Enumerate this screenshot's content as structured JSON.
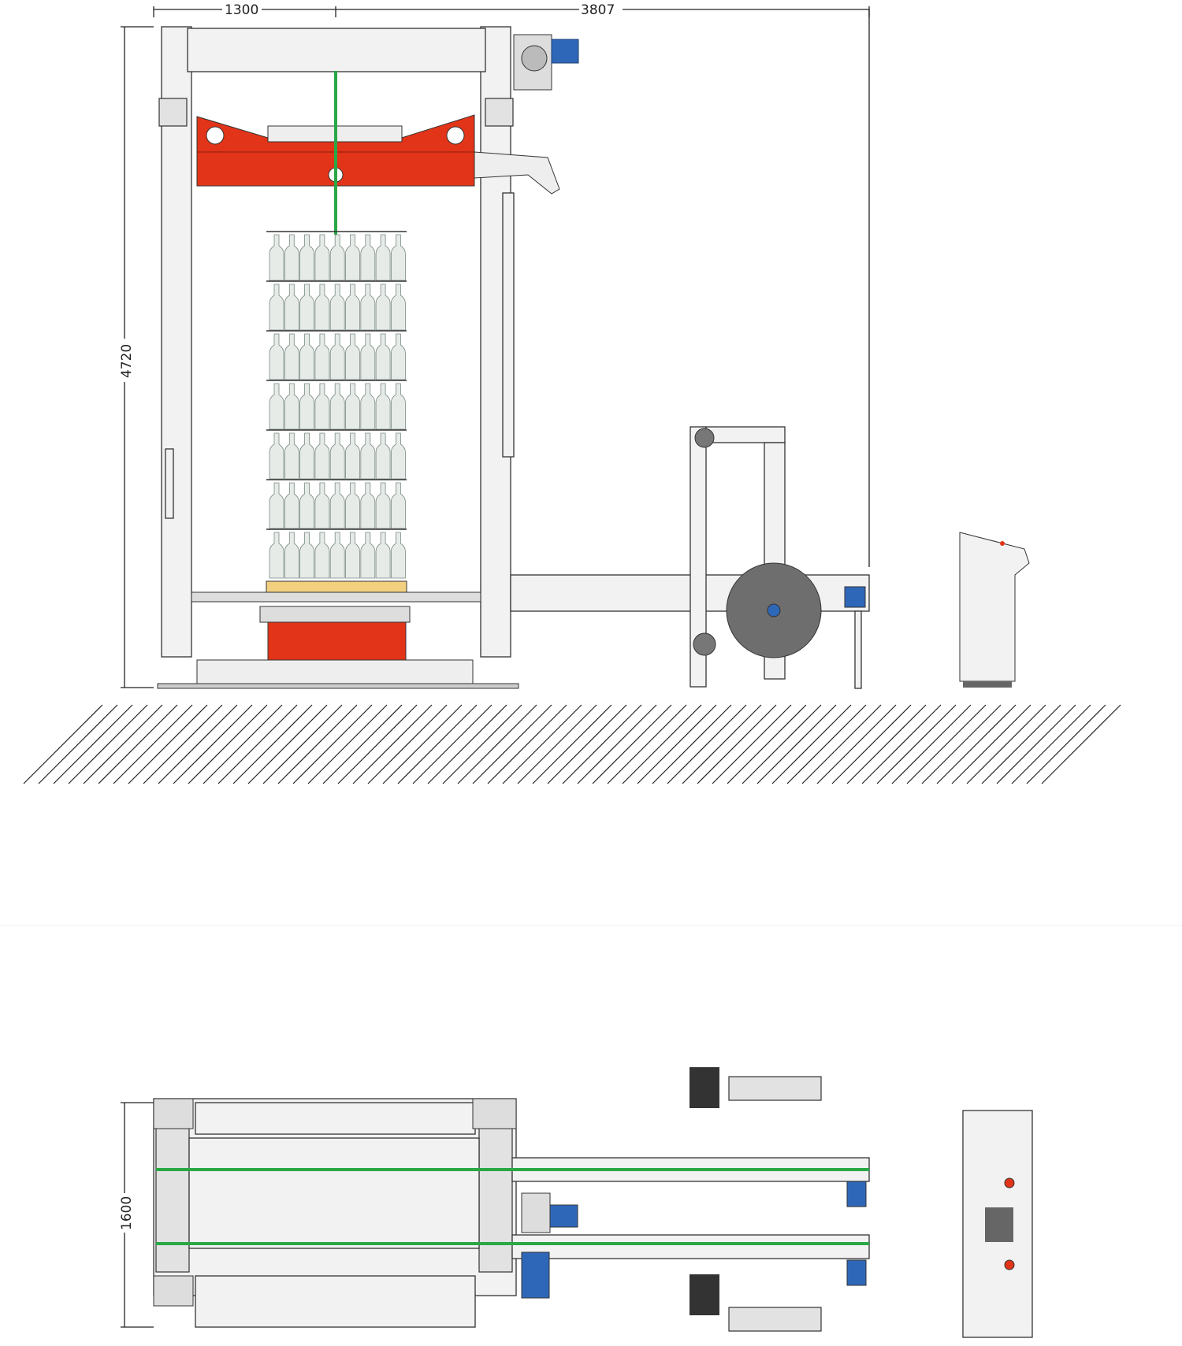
{
  "drawing": {
    "elevation_view": {
      "dimensions": {
        "width_portal": "1300",
        "total_length": "3807",
        "height": "4720"
      },
      "bottle_rows": 7,
      "bottle_columns": 9
    },
    "plan_view": {
      "dimensions": {
        "width": "1600"
      }
    }
  },
  "colors": {
    "carriage": "#e23418",
    "strap": "#2aa845",
    "motor": "#2f67b8",
    "reel": "#6e6e6e",
    "pallet": "#f3cf80"
  }
}
